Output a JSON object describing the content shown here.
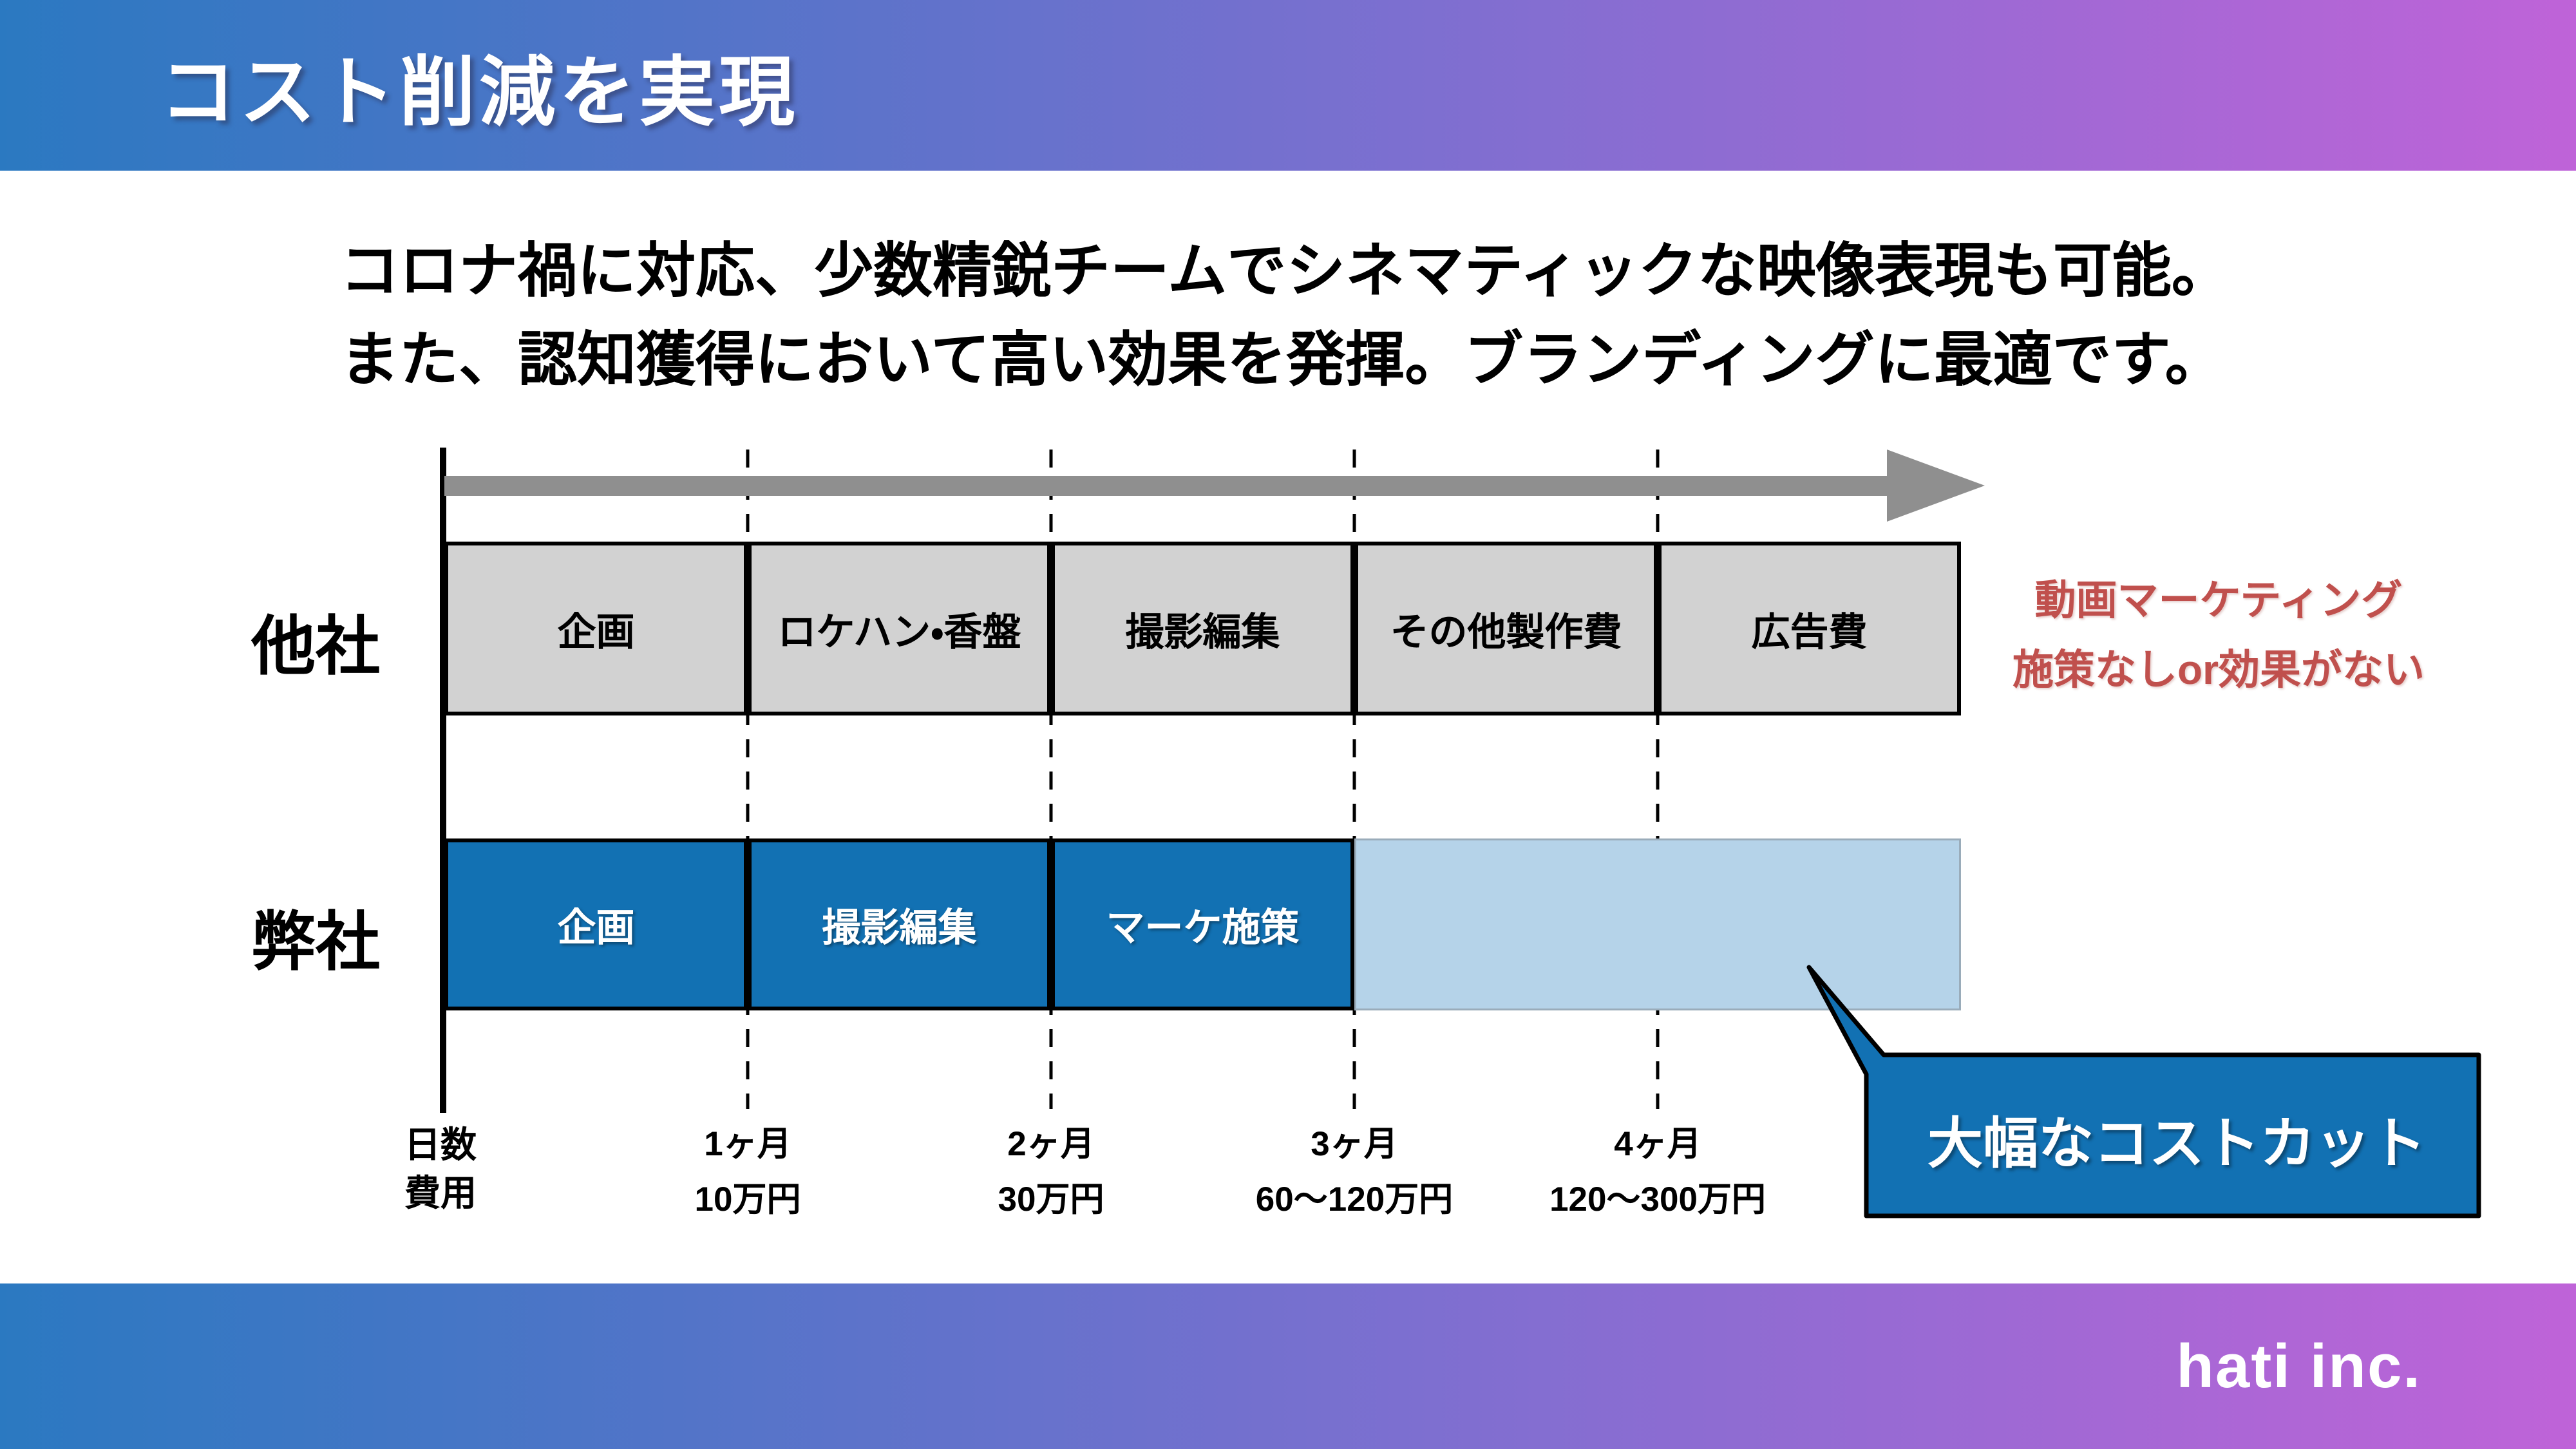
{
  "header": {
    "title": "コスト削減を実現"
  },
  "intro": {
    "line1": "コロナ禍に対応、少数精鋭チームでシネマティックな映像表現も可能。",
    "line2": "また、認知獲得において高い効果を発揮。ブランディングに最適です。"
  },
  "diagram": {
    "row_other": {
      "label": "他社",
      "phases": [
        "企画",
        "ロケハン・香盤",
        "撮影編集",
        "その他製作費",
        "広告費"
      ]
    },
    "row_ours": {
      "label": "弊社",
      "phases": [
        "企画",
        "撮影編集",
        "マーケ施策"
      ]
    },
    "axis": {
      "caption_days": "日数",
      "caption_cost": "費用",
      "ticks": [
        {
          "month": "1ヶ月",
          "cost": "10万円"
        },
        {
          "month": "2ヶ月",
          "cost": "30万円"
        },
        {
          "month": "3ヶ月",
          "cost": "60〜120万円"
        },
        {
          "month": "4ヶ月",
          "cost": "120〜300万円"
        }
      ]
    },
    "annotation_red": {
      "line1": "動画マーケティング",
      "line2": "施策なしor効果がない"
    },
    "callout": {
      "text": "大幅なコストカット"
    }
  },
  "footer": {
    "brand": "hati inc."
  },
  "colors": {
    "gradient_start": "#2b79c1",
    "gradient_end": "#bf63d8",
    "primary_blue": "#1271b3",
    "light_blue": "#b5d3e9",
    "phase_gray": "#d2d2d2",
    "arrow_gray": "#8f8f8f",
    "annotation_red": "#c0504d"
  }
}
